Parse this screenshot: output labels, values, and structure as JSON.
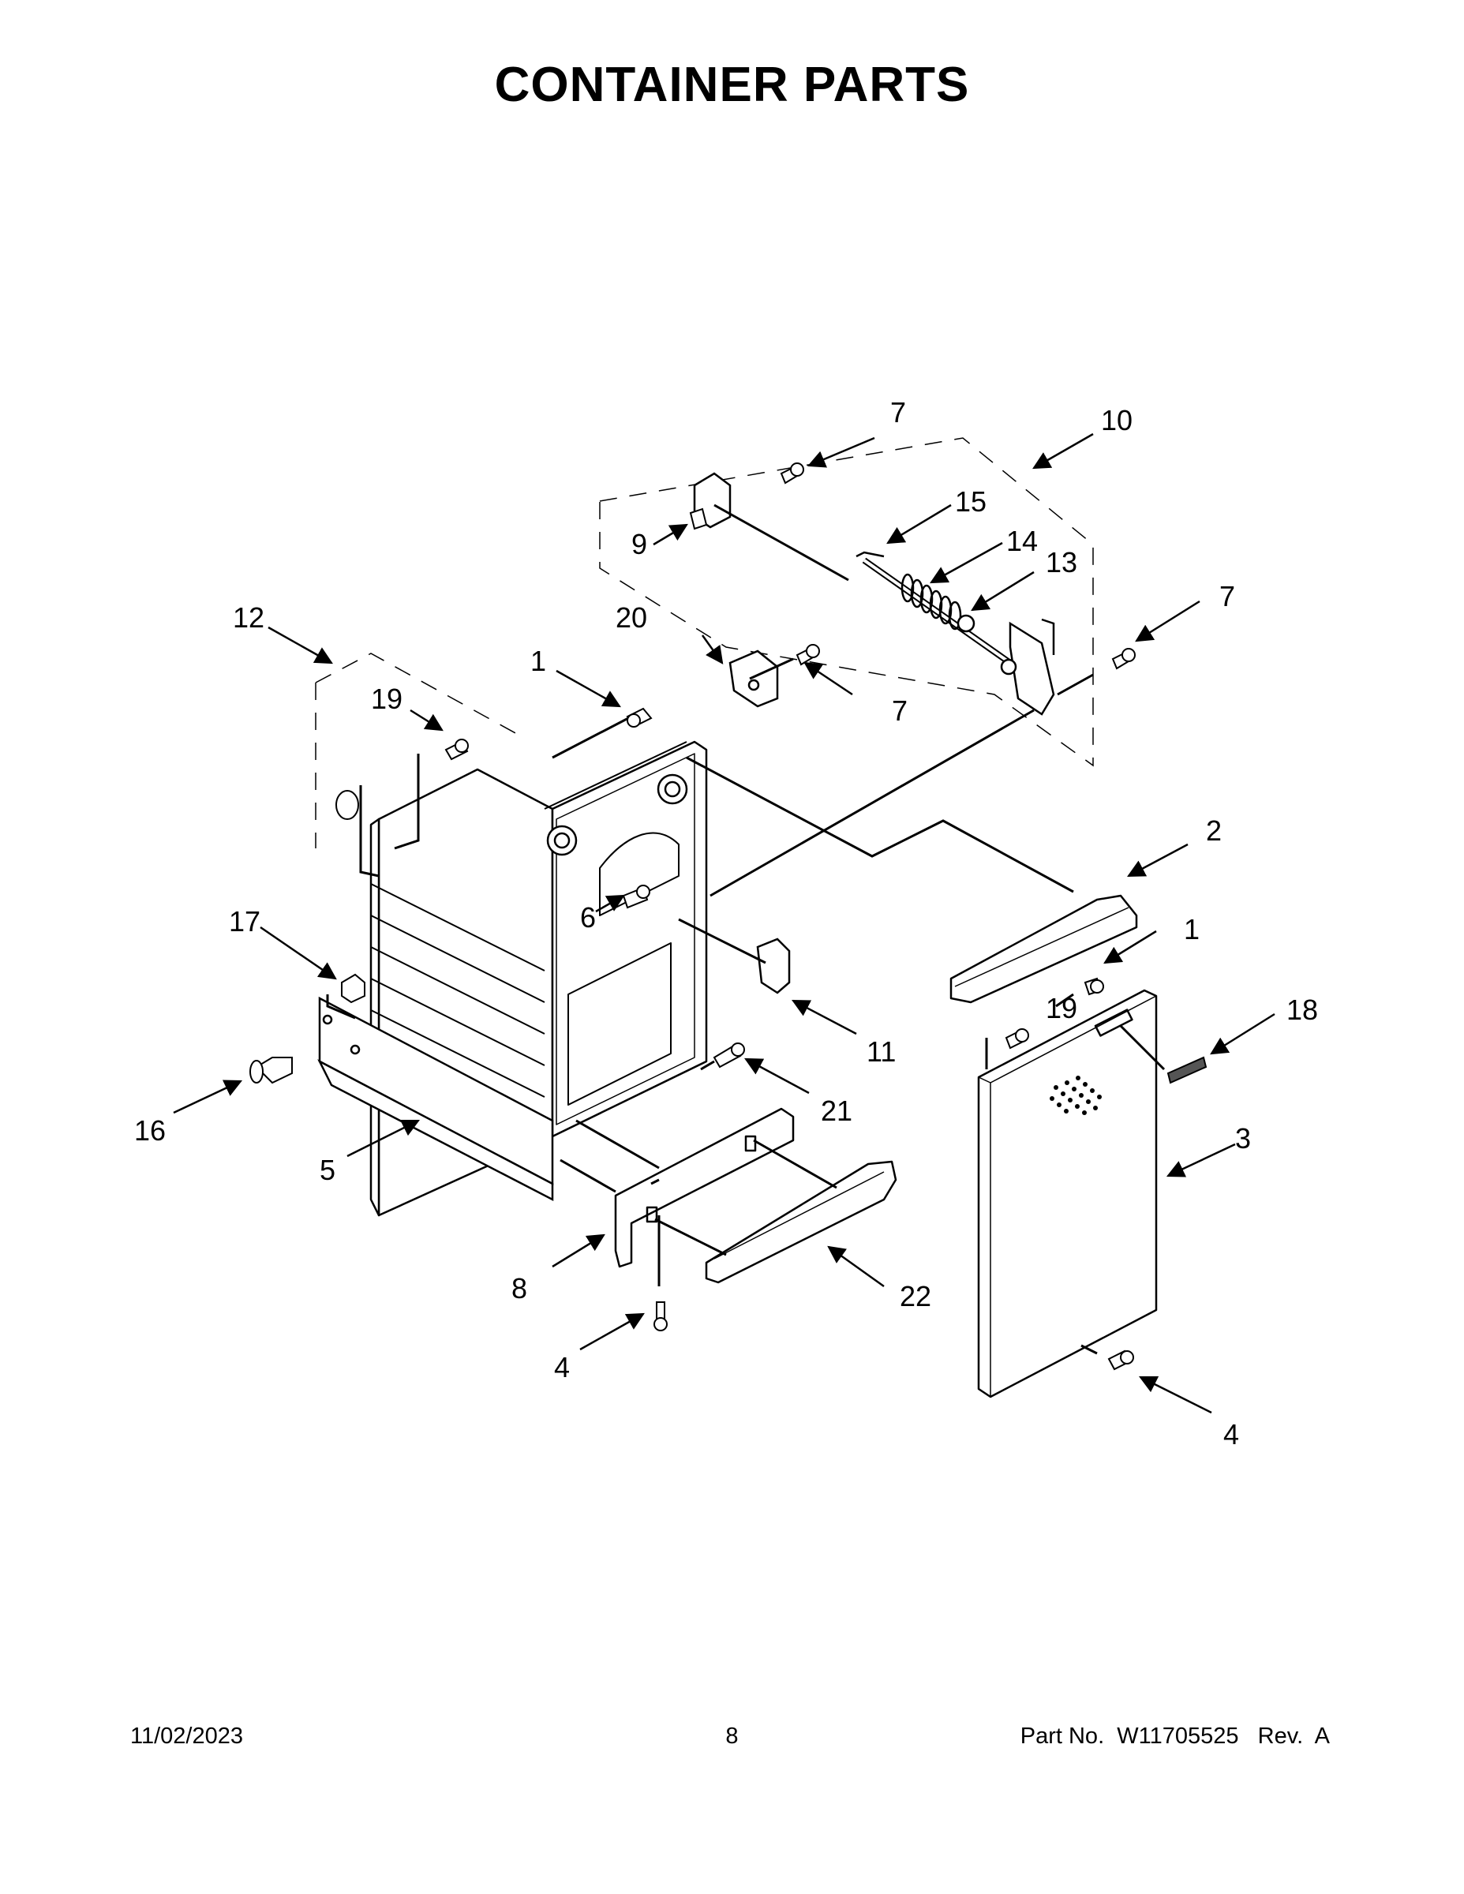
{
  "title": "CONTAINER PARTS",
  "callouts": {
    "c1a": "1",
    "c1b": "1",
    "c2": "2",
    "c3": "3",
    "c4a": "4",
    "c4b": "4",
    "c5": "5",
    "c6": "6",
    "c7a": "7",
    "c7b": "7",
    "c7c": "7",
    "c8": "8",
    "c9": "9",
    "c10": "10",
    "c11": "11",
    "c12": "12",
    "c13": "13",
    "c14": "14",
    "c15": "15",
    "c16": "16",
    "c17": "17",
    "c18": "18",
    "c19a": "19",
    "c19b": "19",
    "c20": "20",
    "c21": "21",
    "c22": "22"
  },
  "footer": {
    "date": "11/02/2023",
    "page": "8",
    "part": "Part No.  W11705525   Rev.  A"
  }
}
